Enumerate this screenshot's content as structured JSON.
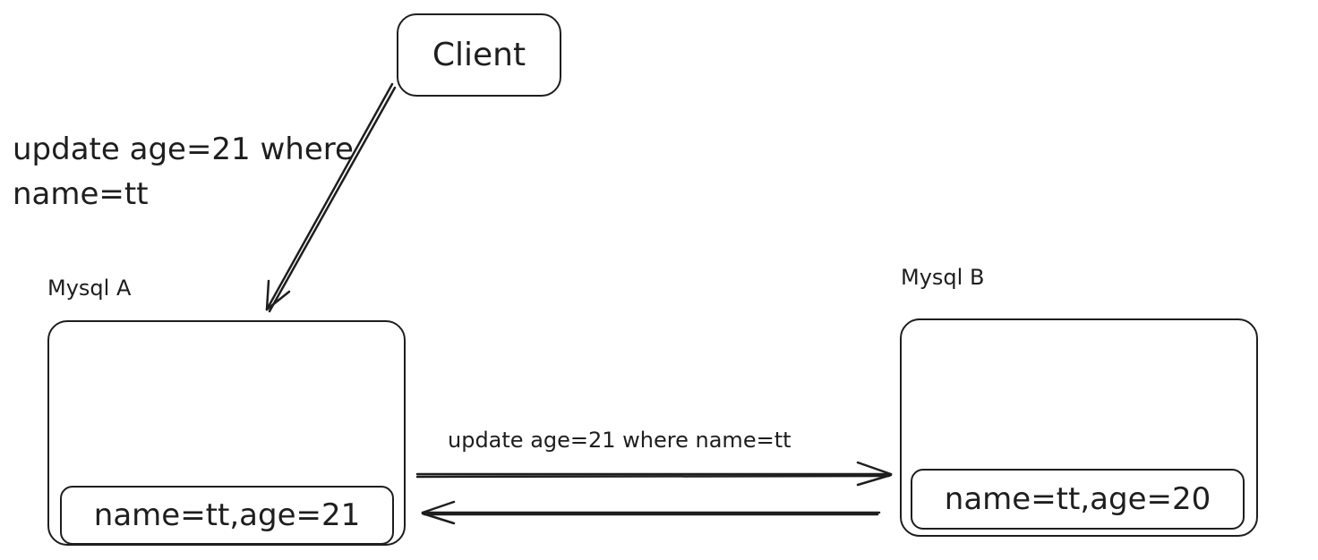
{
  "client": {
    "label": "Client"
  },
  "client_query": {
    "text": "update age=21 where name=tt"
  },
  "mysql_a": {
    "label": "Mysql A",
    "record": "name=tt,age=21"
  },
  "mysql_b": {
    "label": "Mysql B",
    "record": "name=tt,age=20"
  },
  "replication": {
    "label": "update age=21 where name=tt"
  },
  "colors": {
    "stroke": "#1e1e1e",
    "background": "#ffffff"
  }
}
